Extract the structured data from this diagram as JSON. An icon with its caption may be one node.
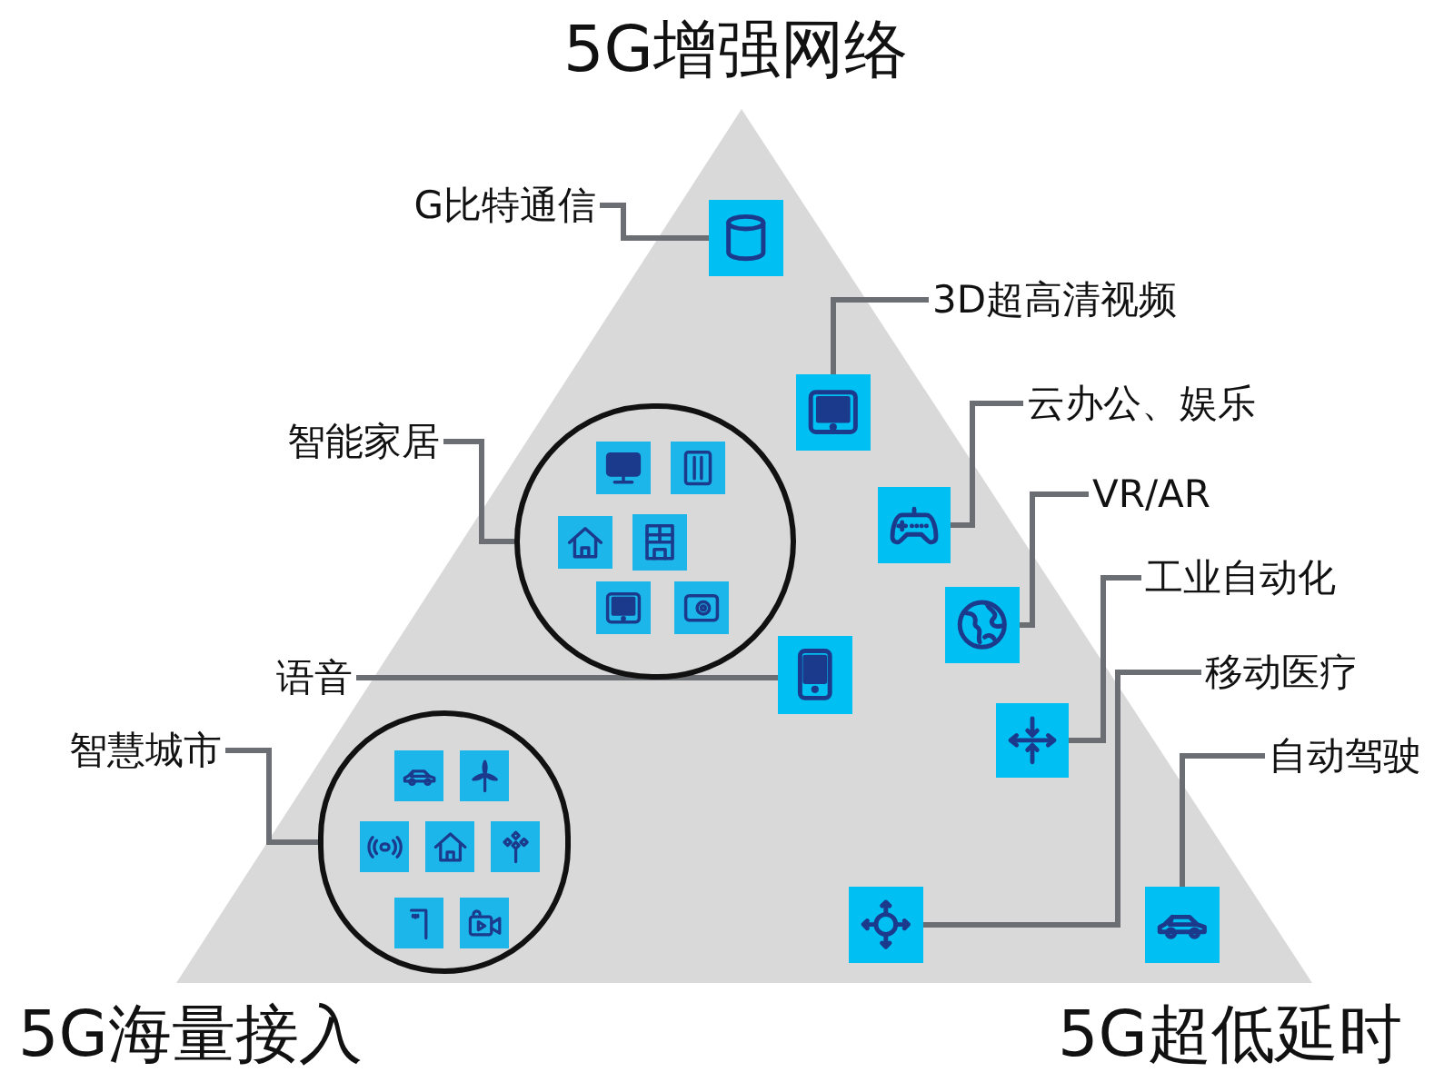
{
  "diagram": {
    "nodes": [
      {
        "text": [
          "G比特通信"
        ]
      },
      {
        "text": [],
        "shape": "picture"
      },
      {
        "text": [
          "3D超高清视频"
        ]
      },
      {
        "text": [],
        "shape": "picture"
      },
      {
        "text": [
          "云办公、娱乐"
        ]
      },
      {
        "text": [],
        "shape": "picture"
      },
      {
        "text": [
          "VR/AR"
        ]
      },
      {
        "text": [],
        "shape": "picture"
      },
      {
        "text": [
          "工业自动化"
        ]
      },
      {
        "text": [],
        "shape": "picture"
      },
      {
        "text": [
          "智能家居"
        ]
      },
      {
        "text": [],
        "shape": "circle"
      },
      {
        "text": [],
        "shape": "picture",
        "in": 11
      },
      {
        "text": [],
        "shape": "picture",
        "in": 11
      },
      {
        "text": [],
        "shape": "picture",
        "in": 11
      },
      {
        "text": [],
        "shape": "picture",
        "in": 11
      },
      {
        "text": [],
        "shape": "picture",
        "in": 11
      },
      {
        "text": [],
        "shape": "picture",
        "in": 11
      },
      {
        "text": [
          "语音"
        ]
      },
      {
        "text": [],
        "shape": "picture"
      },
      {
        "text": [
          "移动医疗"
        ]
      },
      {
        "text": [],
        "shape": "picture"
      },
      {
        "text": [
          "智慧城市"
        ]
      },
      {
        "text": [],
        "shape": "circle"
      },
      {
        "text": [],
        "shape": "picture",
        "in": 23
      },
      {
        "text": [],
        "shape": "picture",
        "in": 23
      },
      {
        "text": [],
        "shape": "picture",
        "in": 23
      },
      {
        "text": [],
        "shape": "picture",
        "in": 23
      },
      {
        "text": [],
        "shape": "picture",
        "in": 23
      },
      {
        "text": [],
        "shape": "picture",
        "in": 23
      },
      {
        "text": [],
        "shape": "picture",
        "in": 23
      },
      {
        "text": [
          "自动驾驶"
        ]
      },
      {
        "text": [],
        "shape": "picture"
      }
    ],
    "edges": [
      {
        "from": 0,
        "to": 1,
        "arrow": "none"
      },
      {
        "from": 2,
        "to": 3,
        "arrow": "none"
      },
      {
        "from": 4,
        "to": 5,
        "arrow": "none"
      },
      {
        "from": 6,
        "to": 7,
        "arrow": "none"
      },
      {
        "from": 8,
        "to": 9,
        "arrow": "none"
      },
      {
        "from": 10,
        "to": 11,
        "arrow": "none"
      },
      {
        "from": 18,
        "to": 19,
        "arrow": "none"
      },
      {
        "from": 20,
        "to": 21,
        "arrow": "none"
      },
      {
        "from": 22,
        "to": 23,
        "arrow": "none"
      },
      {
        "from": 31,
        "to": 32,
        "arrow": "none"
      }
    ],
    "labels": [
      "5G增强网络",
      "5G海量接入",
      "5G超低延时"
    ]
  }
}
